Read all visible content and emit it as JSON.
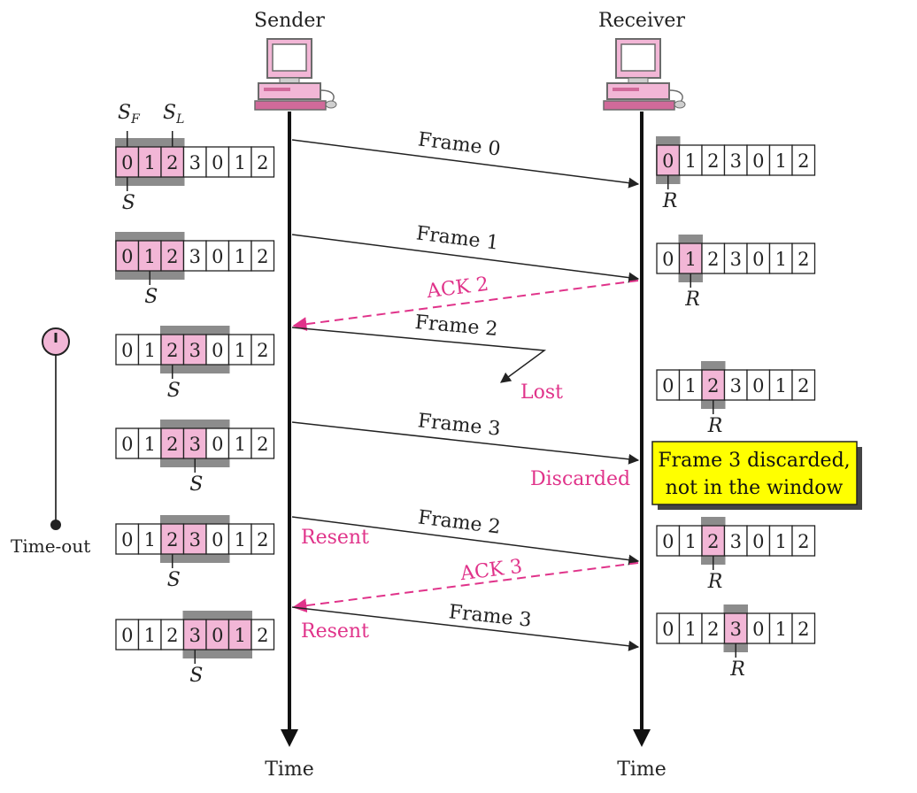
{
  "colors": {
    "pink_fill": "#f2b6d6",
    "window_gray": "#8c8c8c",
    "accent_pink": "#e0338a",
    "note_yellow": "#ffff00"
  },
  "sender": {
    "label": "Sender",
    "time_label": "Time"
  },
  "receiver": {
    "label": "Receiver",
    "time_label": "Time"
  },
  "pointers": {
    "sf": "S",
    "sf_sub": "F",
    "sl": "S",
    "sl_sub": "L",
    "s": "S",
    "r": "R"
  },
  "sender_windows": [
    {
      "cells": [
        "0",
        "1",
        "2",
        "3",
        "0",
        "1",
        "2"
      ],
      "pink": [
        0,
        1,
        2
      ],
      "win_start": 0,
      "s_index": 0
    },
    {
      "cells": [
        "0",
        "1",
        "2",
        "3",
        "0",
        "1",
        "2"
      ],
      "pink": [
        0,
        1,
        2
      ],
      "win_start": 0,
      "s_index": 1
    },
    {
      "cells": [
        "0",
        "1",
        "2",
        "3",
        "0",
        "1",
        "2"
      ],
      "pink": [
        2,
        3
      ],
      "win_start": 2,
      "s_index": 2
    },
    {
      "cells": [
        "0",
        "1",
        "2",
        "3",
        "0",
        "1",
        "2"
      ],
      "pink": [
        2,
        3
      ],
      "win_start": 2,
      "s_index": 3
    },
    {
      "cells": [
        "0",
        "1",
        "2",
        "3",
        "0",
        "1",
        "2"
      ],
      "pink": [
        2,
        3
      ],
      "win_start": 2,
      "s_index": 2
    },
    {
      "cells": [
        "0",
        "1",
        "2",
        "3",
        "0",
        "1",
        "2"
      ],
      "pink": [
        3,
        4,
        5
      ],
      "win_start": 3,
      "s_index": 3
    }
  ],
  "receiver_windows": [
    {
      "cells": [
        "0",
        "1",
        "2",
        "3",
        "0",
        "1",
        "2"
      ],
      "r_index": 0
    },
    {
      "cells": [
        "0",
        "1",
        "2",
        "3",
        "0",
        "1",
        "2"
      ],
      "r_index": 1
    },
    {
      "cells": [
        "0",
        "1",
        "2",
        "3",
        "0",
        "1",
        "2"
      ],
      "r_index": 2
    },
    {
      "cells": [
        "0",
        "1",
        "2",
        "3",
        "0",
        "1",
        "2"
      ],
      "r_index": 2
    },
    {
      "cells": [
        "0",
        "1",
        "2",
        "3",
        "0",
        "1",
        "2"
      ],
      "r_index": 3
    }
  ],
  "messages": {
    "frame0": "Frame 0",
    "frame1": "Frame 1",
    "ack2": "ACK 2",
    "frame2": "Frame 2",
    "lost": "Lost",
    "frame3": "Frame 3",
    "discarded": "Discarded",
    "frame2_resent": "Frame 2",
    "resent1": "Resent",
    "ack3": "ACK 3",
    "frame3_resent": "Frame 3",
    "resent2": "Resent"
  },
  "note": {
    "line1": "Frame 3 discarded,",
    "line2": "not in the window"
  },
  "timer": {
    "label": "Time-out"
  }
}
